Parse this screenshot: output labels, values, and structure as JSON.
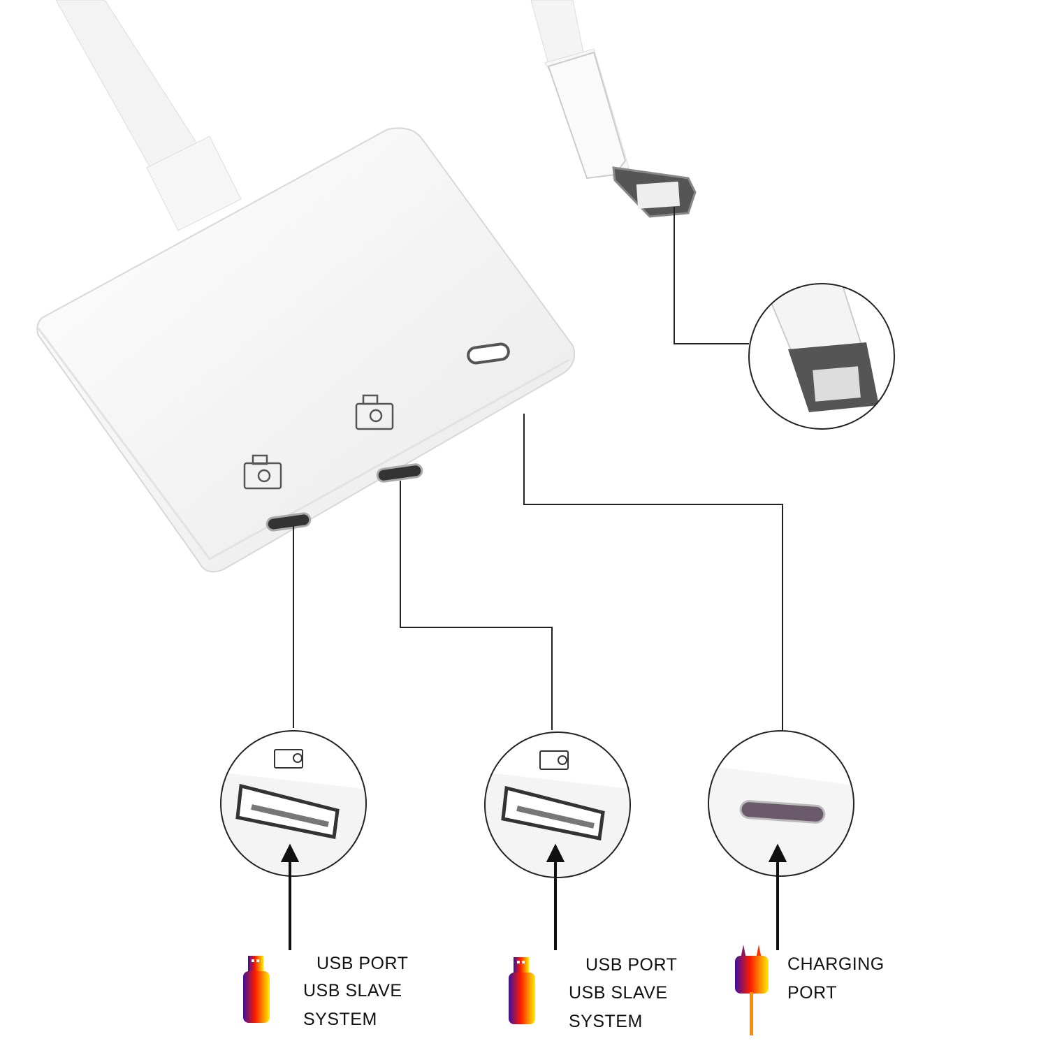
{
  "labels": {
    "port1": {
      "line1": "USB  PORT",
      "line2": "USB SLAVE",
      "line3": "SYSTEM",
      "icon": "usb-flash-drive-icon"
    },
    "port2": {
      "line1": "USB PORT",
      "line2": "USB SLAVE",
      "line3": "SYSTEM",
      "icon": "usb-flash-drive-icon"
    },
    "port3": {
      "line1": "CHARGING",
      "line2": "PORT",
      "icon": "power-plug-icon"
    }
  },
  "colors": {
    "gradient_start": "#3a10a0",
    "gradient_mid": "#ff1a00",
    "gradient_end": "#ffee00",
    "line": "#222222"
  }
}
